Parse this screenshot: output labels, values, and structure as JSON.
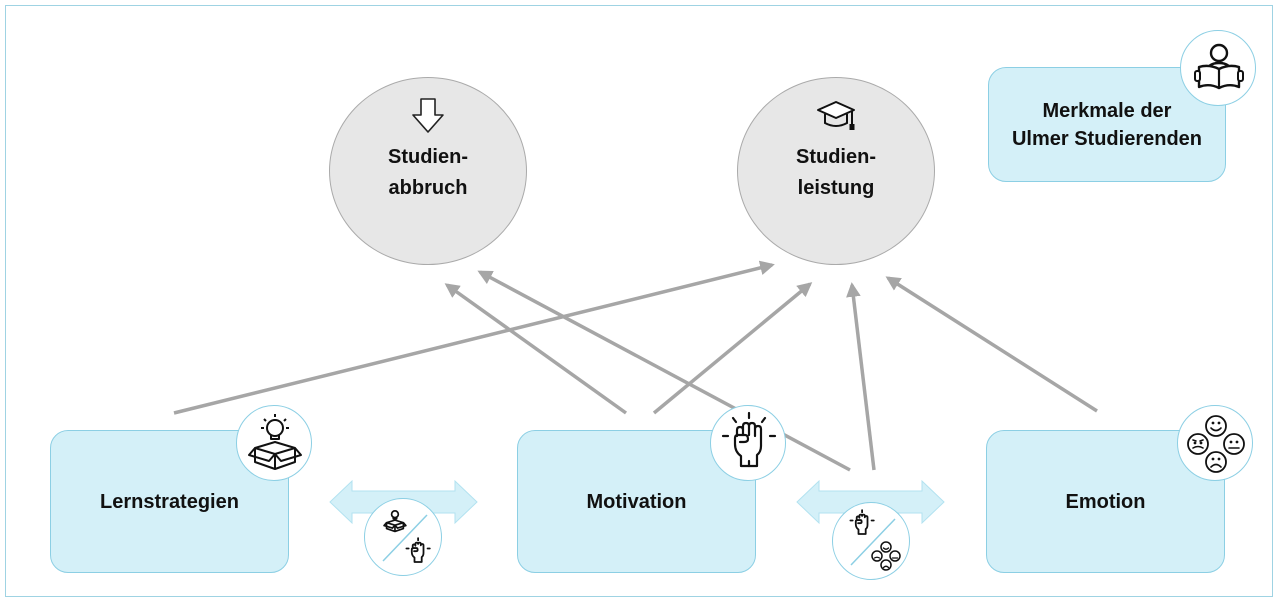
{
  "diagram": {
    "outcomes": [
      {
        "id": "studienabbruch",
        "label": "Studien-\nabbruch",
        "icon": "down-arrow-icon"
      },
      {
        "id": "studienleistung",
        "label": "Studien-\nleistung",
        "icon": "graduation-cap-icon"
      }
    ],
    "info_box": {
      "label": "Merkmale der\nUlmer Studierenden",
      "icon": "reading-person-icon"
    },
    "factors": [
      {
        "id": "lernstrategien",
        "label": "Lernstrategien",
        "icon": "idea-box-icon"
      },
      {
        "id": "motivation",
        "label": "Motivation",
        "icon": "raised-fist-icon"
      },
      {
        "id": "emotion",
        "label": "Emotion",
        "icon": "emotion-faces-icon"
      }
    ],
    "interactions": [
      {
        "id": "lernstrategien-motivation",
        "icons": [
          "idea-box-icon",
          "raised-fist-icon"
        ]
      },
      {
        "id": "motivation-emotion",
        "icons": [
          "raised-fist-icon",
          "emotion-faces-icon"
        ]
      }
    ],
    "colors": {
      "box_fill": "#d4f0f8",
      "box_border": "#8ccfe4",
      "circle_fill": "#e7e7e7",
      "arrow": "#a6a6a6",
      "double_arrow": "#d4f0f8"
    }
  }
}
